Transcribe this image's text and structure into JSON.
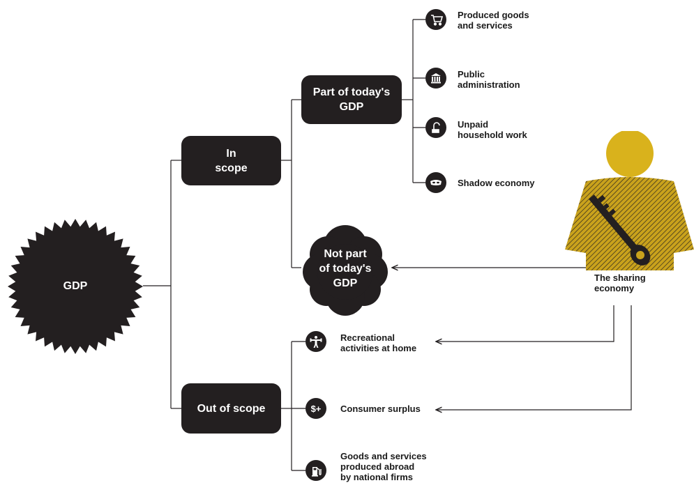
{
  "nodes": {
    "root": "GDP",
    "in_scope": "In\nscope",
    "out_of_scope": "Out of scope",
    "part_of_gdp": "Part of today's\nGDP",
    "not_part_of_gdp": "Not part\nof today's\nGDP",
    "sharing_economy": "The sharing\neconomy"
  },
  "in_scope_items": [
    {
      "label": "Produced goods\nand services",
      "icon": "shopping-cart-icon"
    },
    {
      "label": "Public\nadministration",
      "icon": "government-building-icon"
    },
    {
      "label": "Unpaid\nhousehold work",
      "icon": "vacuum-cleaner-icon"
    },
    {
      "label": "Shadow economy",
      "icon": "bandit-mask-icon"
    }
  ],
  "out_of_scope_items": [
    {
      "label": "Recreational\nactivities at home",
      "icon": "exercise-icon"
    },
    {
      "label": "Consumer surplus",
      "icon": "dollar-plus-icon"
    },
    {
      "label": "Goods and services\nproduced abroad\nby national firms",
      "icon": "fuel-pump-icon"
    }
  ],
  "colors": {
    "node_fill": "#231f20",
    "accent_yellow": "#c9a21c",
    "line": "#231f20",
    "background": "#ffffff"
  }
}
